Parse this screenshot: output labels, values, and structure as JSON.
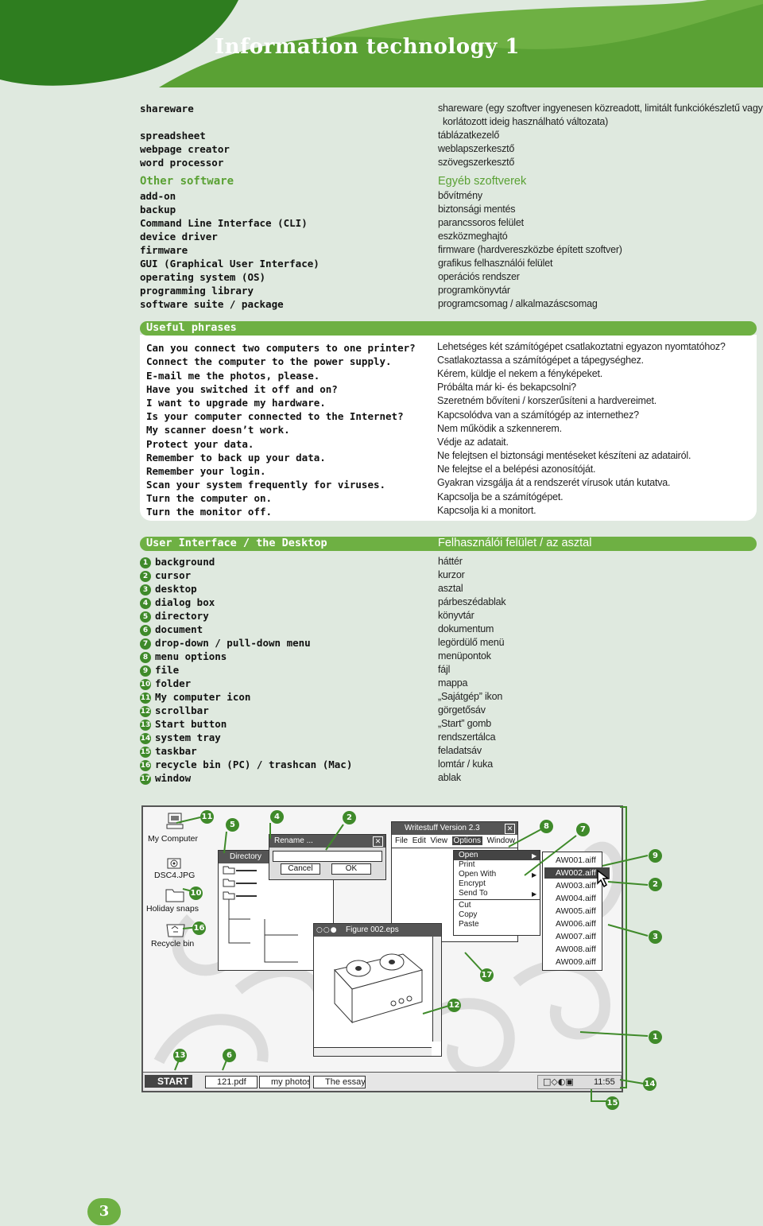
{
  "header": {
    "title": "Information technology 1"
  },
  "top_terms": [
    {
      "en": "shareware",
      "hu": "shareware  (egy szoftver ingyenesen közreadott, limitált funkciókészletű vagy",
      "hu2": "korlátozott ideig használható változata)"
    },
    {
      "en": "spreadsheet",
      "hu": "táblázatkezelő"
    },
    {
      "en": "webpage creator",
      "hu": "weblapszerkesztő"
    },
    {
      "en": "word processor",
      "hu": "szövegszerkesztő"
    }
  ],
  "other_software": {
    "heading_en": "Other software",
    "heading_hu": "Egyéb szoftverek",
    "items": [
      {
        "en": "add-on",
        "hu": "bővítmény"
      },
      {
        "en": "backup",
        "hu": "biztonsági mentés"
      },
      {
        "en": "Command Line Interface (CLI)",
        "hu": "parancssoros felület"
      },
      {
        "en": "device driver",
        "hu": "eszközmeghajtó"
      },
      {
        "en": "firmware",
        "hu": "firmware (hardvereszközbe épített szoftver)"
      },
      {
        "en": "GUI (Graphical User Interface)",
        "hu": "grafikus felhasználói felület"
      },
      {
        "en": "operating system (OS)",
        "hu": "operációs rendszer"
      },
      {
        "en": "programming library",
        "hu": "programkönyvtár"
      },
      {
        "en": "software suite / package",
        "hu": "programcsomag / alkalmazáscsomag"
      }
    ]
  },
  "useful_phrases": {
    "heading": "Useful phrases",
    "items": [
      {
        "en": "Can you connect two computers to one printer?",
        "hu": "Lehetséges két számítógépet csatlakoztatni egyazon nyomtatóhoz?"
      },
      {
        "en": "Connect the computer to the power supply.",
        "hu": "Csatlakoztassa a számítógépet a tápegységhez."
      },
      {
        "en": "E-mail me the photos, please.",
        "hu": "Kérem, küldje el nekem a fényképeket."
      },
      {
        "en": "Have you switched it off and on?",
        "hu": "Próbálta már ki- és bekapcsolni?"
      },
      {
        "en": "I want to upgrade my hardware.",
        "hu": "Szeretném bővíteni / korszerűsíteni a hardvereimet."
      },
      {
        "en": "Is your computer connected to the Internet?",
        "hu": "Kapcsolódva van a számítógép az internethez?"
      },
      {
        "en": "My scanner doesn’t work.",
        "hu": "Nem működik a szkennerem."
      },
      {
        "en": "Protect your data.",
        "hu": "Védje az adatait."
      },
      {
        "en": "Remember to back up your data.",
        "hu": "Ne felejtsen el biztonsági mentéseket készíteni az adatairól."
      },
      {
        "en": "Remember your login.",
        "hu": "Ne felejtse el a belépési azonosítóját."
      },
      {
        "en": "Scan your system frequently for viruses.",
        "hu": "Gyakran vizsgálja át a rendszerét vírusok után kutatva."
      },
      {
        "en": "Turn the computer on.",
        "hu": "Kapcsolja be a számítógépet."
      },
      {
        "en": "Turn the monitor off.",
        "hu": "Kapcsolja ki a monitort."
      }
    ]
  },
  "user_interface": {
    "heading_en": "User Interface / the Desktop",
    "heading_hu": "Felhasználói felület / az asztal",
    "items": [
      {
        "n": "1",
        "en": "background",
        "hu": "háttér"
      },
      {
        "n": "2",
        "en": "cursor",
        "hu": "kurzor"
      },
      {
        "n": "3",
        "en": "desktop",
        "hu": "asztal"
      },
      {
        "n": "4",
        "en": "dialog box",
        "hu": "párbeszédablak"
      },
      {
        "n": "5",
        "en": "directory",
        "hu": "könyvtár"
      },
      {
        "n": "6",
        "en": "document",
        "hu": "dokumentum"
      },
      {
        "n": "7",
        "en": "drop-down / pull-down menu",
        "hu": "legördülő menü"
      },
      {
        "n": "8",
        "en": "menu options",
        "hu": "menüpontok"
      },
      {
        "n": "9",
        "en": "file",
        "hu": "fájl"
      },
      {
        "n": "10",
        "en": "folder",
        "hu": "mappa"
      },
      {
        "n": "11",
        "en": "My computer icon",
        "hu": "„Sajátgép” ikon"
      },
      {
        "n": "12",
        "en": "scrollbar",
        "hu": "görgetősáv"
      },
      {
        "n": "13",
        "en": "Start button",
        "hu": "„Start” gomb"
      },
      {
        "n": "14",
        "en": "system tray",
        "hu": "rendszertálca"
      },
      {
        "n": "15",
        "en": "taskbar",
        "hu": "feladatsáv"
      },
      {
        "n": "16",
        "en": "recycle bin (PC) / trashcan (Mac)",
        "hu": "lomtár / kuka"
      },
      {
        "n": "17",
        "en": "window",
        "hu": "ablak"
      }
    ]
  },
  "desktop_illustration": {
    "icons": [
      "My Computer",
      "DSC4.JPG",
      "Holiday snaps",
      "Recycle bin"
    ],
    "rename_dialog": {
      "title": "Rename ...",
      "cancel": "Cancel",
      "ok": "OK"
    },
    "directory_window": {
      "title": "Directory"
    },
    "writestuff": {
      "title": "Writestuff Version 2.3",
      "menu": [
        "File",
        "Edit",
        "View",
        "Options",
        "Window"
      ],
      "dropdown": [
        "Open",
        "Print",
        "Open With",
        "Encrypt",
        "Send To",
        "Cut",
        "Copy",
        "Paste"
      ]
    },
    "figure_window": {
      "title": "Figure 002.eps"
    },
    "files": [
      "AW001.aiff",
      "AW002.aiff",
      "AW003.aiff",
      "AW004.aiff",
      "AW005.aiff",
      "AW006.aiff",
      "AW007.aiff",
      "AW008.aiff",
      "AW009.aiff"
    ],
    "taskbar": {
      "start": "START",
      "items": [
        "121.pdf",
        "my photos",
        "The essay"
      ],
      "clock": "11:55"
    },
    "callouts": [
      "11",
      "5",
      "4",
      "2",
      "8",
      "7",
      "9",
      "2",
      "10",
      "16",
      "3",
      "17",
      "12",
      "1",
      "13",
      "6",
      "14",
      "15"
    ]
  },
  "page_number": "3",
  "colors": {
    "accent_green": "#6eb043",
    "dark_green": "#3f8a2a",
    "page_bg": "#dfe9df"
  }
}
